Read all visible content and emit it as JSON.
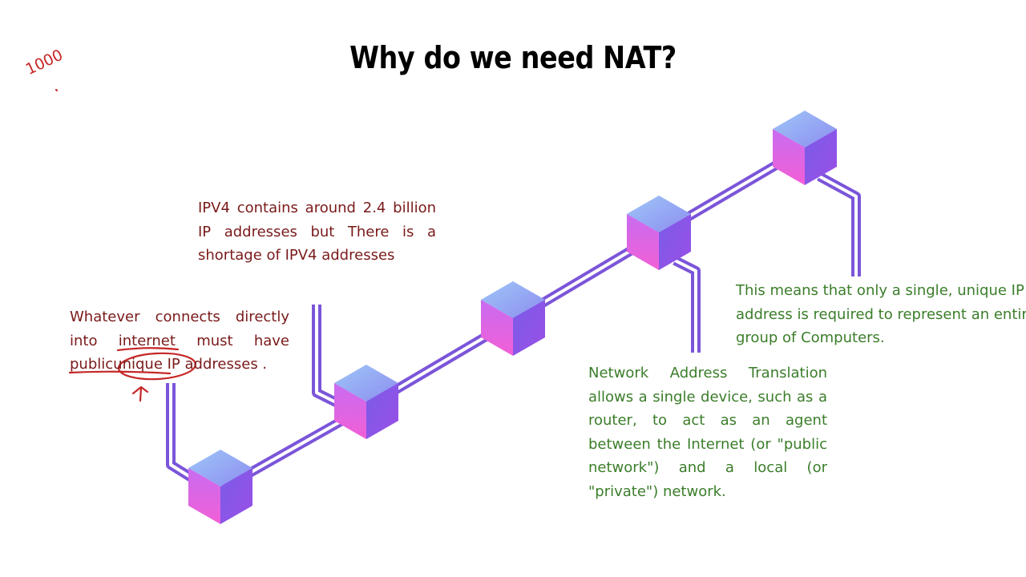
{
  "slide": {
    "title": "Why do we need NAT?",
    "annotation": "1000"
  },
  "notes": {
    "ipv4": "IPV4 contains around 2.4 billion IP addresses but There is a shortage of IPV4 addresses",
    "connect": {
      "line1": "Whatever connects directly into",
      "highlight1": "internet",
      "line2": "must have public",
      "highlight2": "unique IP",
      "line3": "addresses ."
    },
    "nat": "Network Address Translation allows a single device, such as a router, to act as an agent between the Internet (or \"public network\") and a local (or \"private\") network.",
    "single": {
      "line1": "This means that only a single, unique IP",
      "line2": "address is required to represent an entire",
      "line3": "group of Computers."
    }
  },
  "colors": {
    "red_text": "#7a1a1a",
    "green_text": "#3b7d2a",
    "pen_red": "#c62828",
    "line_purple": "#7b55d9",
    "cube_pink": "#e85ee8",
    "cube_violet": "#8a4fe6",
    "cube_top": "#8fb4f5"
  },
  "icons": [
    "cube-icon"
  ]
}
